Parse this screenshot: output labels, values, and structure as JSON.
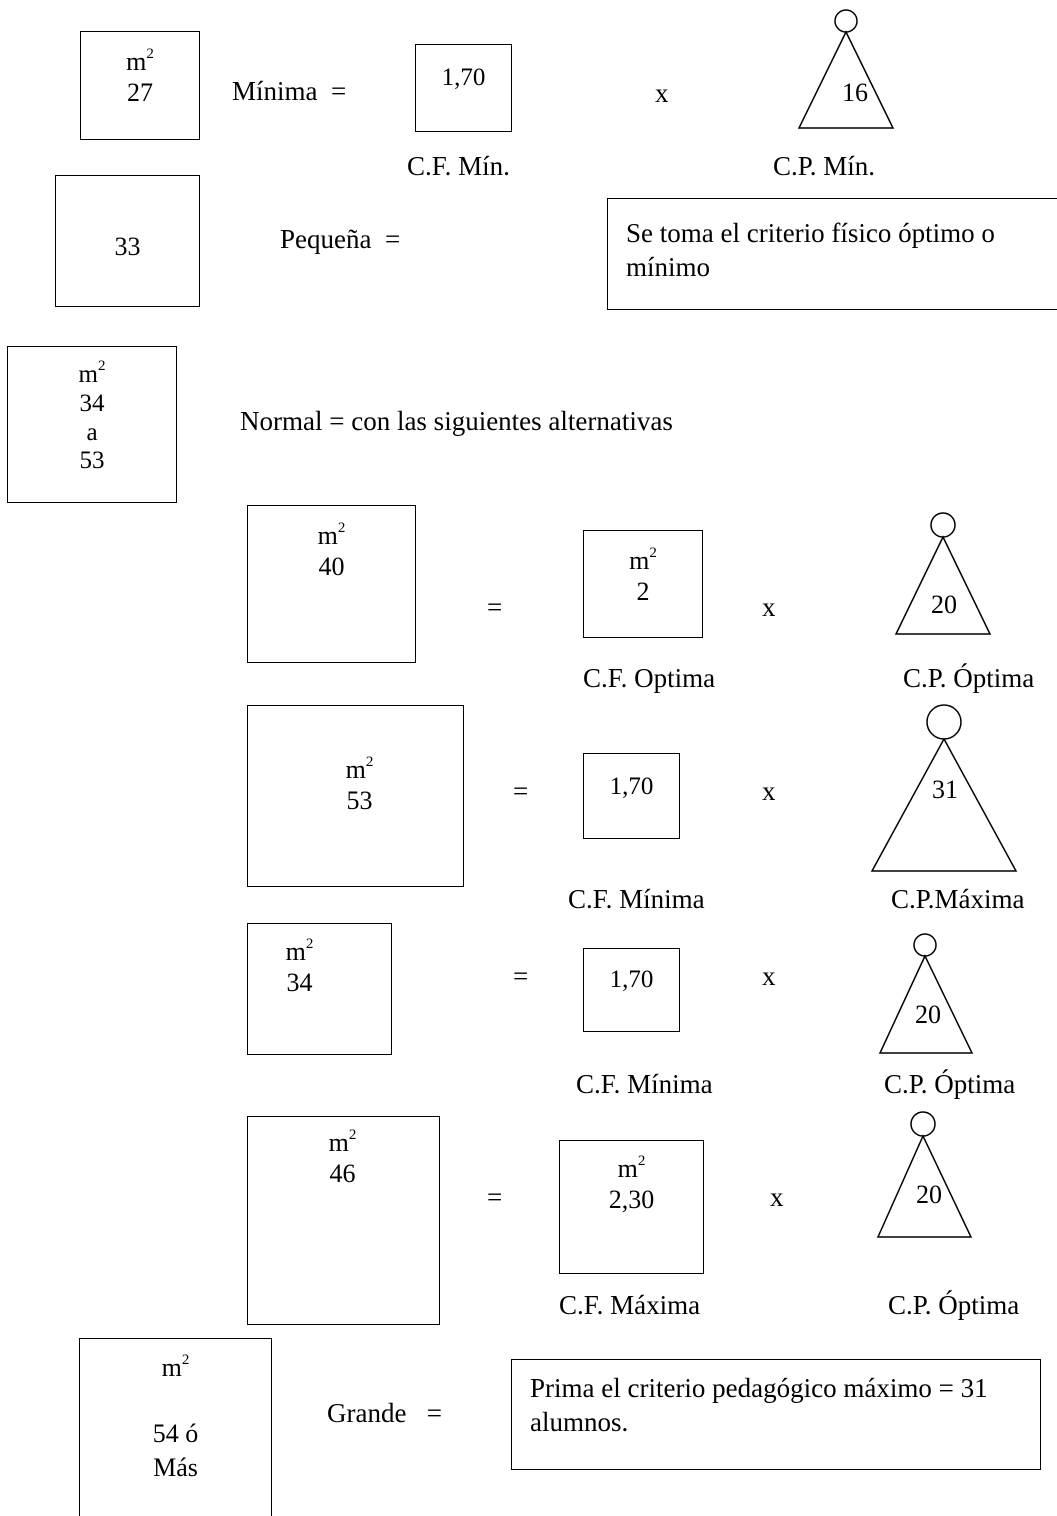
{
  "unit_label": "m",
  "unit_exponent": "2",
  "times_sign": "x",
  "equals_sign": "=",
  "rows": {
    "minima": {
      "area": "27",
      "label": "Mínima  =",
      "cf_value": "1,70",
      "cp_value": "16",
      "cf_caption": "C.F. Mín.",
      "cp_caption": "C.P. Mín."
    },
    "pequena": {
      "area": "33",
      "label": "Pequeña  =",
      "note": "Se toma el criterio físico óptimo o mínimo"
    },
    "normal": {
      "area_from": "34",
      "area_connector": "a",
      "area_to": "53",
      "label": "Normal = con las siguientes alternativas",
      "alternatives": [
        {
          "area": "40",
          "cf_value": "2",
          "cp_value": "20",
          "cf_caption": "C.F. Optima",
          "cp_caption": "C.P. Óptima"
        },
        {
          "area": "53",
          "cf_value": "1,70",
          "cp_value": "31",
          "cf_caption": "C.F. Mínima",
          "cp_caption": "C.P.Máxima"
        },
        {
          "area": "34",
          "cf_value": "1,70",
          "cp_value": "20",
          "cf_caption": "C.F. Mínima",
          "cp_caption": "C.P. Óptima"
        },
        {
          "area": "46",
          "cf_value": "2,30",
          "cp_value": "20",
          "cf_caption": "C.F. Máxima",
          "cp_caption": "C.P. Óptima"
        }
      ]
    },
    "grande": {
      "area_line1": "54 ó",
      "area_line2": "Más",
      "label": "Grande   =",
      "note": "Prima el criterio pedagógico máximo = 31 alumnos."
    }
  }
}
